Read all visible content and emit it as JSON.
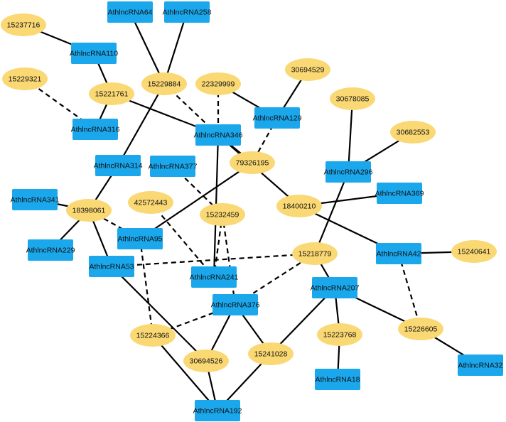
{
  "colors": {
    "lncrna_node": "#1AA7EC",
    "gene_node": "#FAD873",
    "edge": "#000000",
    "background": "#ffffff"
  },
  "nodes": [
    {
      "id": "AthlncRNA64",
      "shape": "rect"
    },
    {
      "id": "AthlncRNA258",
      "shape": "rect"
    },
    {
      "id": "15237716",
      "shape": "ellipse"
    },
    {
      "id": "AthlncRNA110",
      "shape": "rect"
    },
    {
      "id": "15229321",
      "shape": "ellipse"
    },
    {
      "id": "15221761",
      "shape": "ellipse"
    },
    {
      "id": "15229884",
      "shape": "ellipse"
    },
    {
      "id": "22329999",
      "shape": "ellipse"
    },
    {
      "id": "30694529",
      "shape": "ellipse"
    },
    {
      "id": "AthlncRNA129",
      "shape": "rect"
    },
    {
      "id": "AthlncRNA316",
      "shape": "rect"
    },
    {
      "id": "AthlncRNA346",
      "shape": "rect"
    },
    {
      "id": "30678085",
      "shape": "ellipse"
    },
    {
      "id": "30682553",
      "shape": "ellipse"
    },
    {
      "id": "AthlncRNA314",
      "shape": "rect"
    },
    {
      "id": "AthlncRNA377",
      "shape": "rect"
    },
    {
      "id": "79326195",
      "shape": "ellipse"
    },
    {
      "id": "AthlncRNA296",
      "shape": "rect"
    },
    {
      "id": "AthlncRNA369",
      "shape": "rect"
    },
    {
      "id": "AthlncRNA341",
      "shape": "rect"
    },
    {
      "id": "18398061",
      "shape": "ellipse"
    },
    {
      "id": "42572443",
      "shape": "ellipse"
    },
    {
      "id": "15232459",
      "shape": "ellipse"
    },
    {
      "id": "18400210",
      "shape": "ellipse"
    },
    {
      "id": "AthlncRNA95",
      "shape": "rect"
    },
    {
      "id": "AthlncRNA229",
      "shape": "rect"
    },
    {
      "id": "15218779",
      "shape": "ellipse"
    },
    {
      "id": "AthlncRNA42",
      "shape": "rect"
    },
    {
      "id": "15240641",
      "shape": "ellipse"
    },
    {
      "id": "AthlncRNA53",
      "shape": "rect"
    },
    {
      "id": "AthlncRNA241",
      "shape": "rect"
    },
    {
      "id": "AthlncRNA207",
      "shape": "rect"
    },
    {
      "id": "AthlncRNA376",
      "shape": "rect"
    },
    {
      "id": "15223768",
      "shape": "ellipse"
    },
    {
      "id": "15226605",
      "shape": "ellipse"
    },
    {
      "id": "15224366",
      "shape": "ellipse"
    },
    {
      "id": "30694526",
      "shape": "ellipse"
    },
    {
      "id": "15241028",
      "shape": "ellipse"
    },
    {
      "id": "AthlncRNA18",
      "shape": "rect"
    },
    {
      "id": "AthlncRNA32",
      "shape": "rect"
    },
    {
      "id": "AthlncRNA192",
      "shape": "rect"
    }
  ],
  "edges": [
    {
      "source": "15237716",
      "target": "AthlncRNA110",
      "style": "solid"
    },
    {
      "source": "AthlncRNA110",
      "target": "15221761",
      "style": "solid"
    },
    {
      "source": "15221761",
      "target": "AthlncRNA316",
      "style": "solid"
    },
    {
      "source": "15229321",
      "target": "AthlncRNA316",
      "style": "dashed"
    },
    {
      "source": "15221761",
      "target": "AthlncRNA346",
      "style": "solid"
    },
    {
      "source": "AthlncRNA64",
      "target": "15229884",
      "style": "solid"
    },
    {
      "source": "AthlncRNA258",
      "target": "15229884",
      "style": "solid"
    },
    {
      "source": "15229884",
      "target": "AthlncRNA314",
      "style": "solid"
    },
    {
      "source": "15229884",
      "target": "AthlncRNA346",
      "style": "dashed"
    },
    {
      "source": "22329999",
      "target": "AthlncRNA129",
      "style": "solid"
    },
    {
      "source": "22329999",
      "target": "AthlncRNA346",
      "style": "dashed"
    },
    {
      "source": "30694529",
      "target": "AthlncRNA129",
      "style": "solid"
    },
    {
      "source": "AthlncRNA129",
      "target": "79326195",
      "style": "dashed"
    },
    {
      "source": "AthlncRNA346",
      "target": "79326195",
      "style": "solid"
    },
    {
      "source": "AthlncRNA346",
      "target": "18400210",
      "style": "solid"
    },
    {
      "source": "AthlncRNA346",
      "target": "AthlncRNA241",
      "style": "solid"
    },
    {
      "source": "AthlncRNA314",
      "target": "18398061",
      "style": "solid"
    },
    {
      "source": "AthlncRNA341",
      "target": "18398061",
      "style": "solid"
    },
    {
      "source": "18398061",
      "target": "AthlncRNA229",
      "style": "solid"
    },
    {
      "source": "18398061",
      "target": "AthlncRNA53",
      "style": "solid"
    },
    {
      "source": "18398061",
      "target": "AthlncRNA95",
      "style": "dashed"
    },
    {
      "source": "79326195",
      "target": "AthlncRNA95",
      "style": "solid"
    },
    {
      "source": "AthlncRNA377",
      "target": "15232459",
      "style": "dashed"
    },
    {
      "source": "15232459",
      "target": "AthlncRNA241",
      "style": "dashed"
    },
    {
      "source": "15232459",
      "target": "AthlncRNA376",
      "style": "dashed"
    },
    {
      "source": "42572443",
      "target": "AthlncRNA241",
      "style": "dashed"
    },
    {
      "source": "30678085",
      "target": "AthlncRNA296",
      "style": "solid"
    },
    {
      "source": "30682553",
      "target": "AthlncRNA296",
      "style": "solid"
    },
    {
      "source": "AthlncRNA296",
      "target": "15218779",
      "style": "solid"
    },
    {
      "source": "18400210",
      "target": "AthlncRNA369",
      "style": "solid"
    },
    {
      "source": "18400210",
      "target": "AthlncRNA42",
      "style": "solid"
    },
    {
      "source": "AthlncRNA42",
      "target": "15240641",
      "style": "solid"
    },
    {
      "source": "AthlncRNA42",
      "target": "15226605",
      "style": "dashed"
    },
    {
      "source": "AthlncRNA53",
      "target": "15218779",
      "style": "dashed"
    },
    {
      "source": "AthlncRNA53",
      "target": "30694526",
      "style": "solid"
    },
    {
      "source": "15218779",
      "target": "AthlncRNA376",
      "style": "dashed"
    },
    {
      "source": "15218779",
      "target": "AthlncRNA207",
      "style": "solid"
    },
    {
      "source": "AthlncRNA207",
      "target": "15223768",
      "style": "solid"
    },
    {
      "source": "AthlncRNA207",
      "target": "15226605",
      "style": "solid"
    },
    {
      "source": "AthlncRNA207",
      "target": "15241028",
      "style": "solid"
    },
    {
      "source": "15223768",
      "target": "AthlncRNA18",
      "style": "solid"
    },
    {
      "source": "15226605",
      "target": "AthlncRNA32",
      "style": "solid"
    },
    {
      "source": "AthlncRNA95",
      "target": "15224366",
      "style": "dashed"
    },
    {
      "source": "15224366",
      "target": "AthlncRNA376",
      "style": "dashed"
    },
    {
      "source": "15224366",
      "target": "AthlncRNA192",
      "style": "solid"
    },
    {
      "source": "AthlncRNA376",
      "target": "30694526",
      "style": "solid"
    },
    {
      "source": "AthlncRNA376",
      "target": "15241028",
      "style": "solid"
    },
    {
      "source": "30694526",
      "target": "AthlncRNA192",
      "style": "solid"
    },
    {
      "source": "15241028",
      "target": "AthlncRNA192",
      "style": "solid"
    }
  ]
}
